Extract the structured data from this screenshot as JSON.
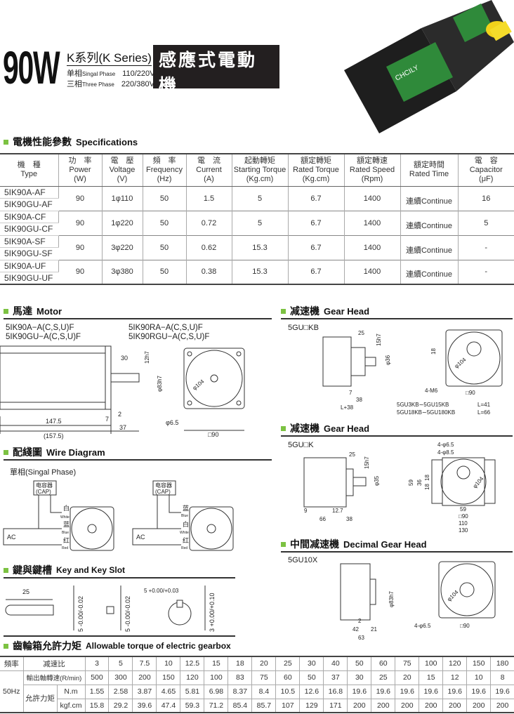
{
  "header": {
    "power": "90W",
    "series": "K系列(K Series)",
    "single_phase_zh": "单相",
    "single_phase_en": "Singal Phase",
    "single_phase_v": "110/220V",
    "three_phase_zh": "三相",
    "three_phase_en": "Three Phase",
    "three_phase_v": "220/380V",
    "title_zh": "感應式電動機",
    "title_en": "Induction Motor",
    "product_label": "CHCILY"
  },
  "specs": {
    "heading_zh": "電機性能參數",
    "heading_en": "Specifications",
    "columns": [
      [
        "機　種",
        "Type",
        ""
      ],
      [
        "功　率",
        "Power",
        "(W)"
      ],
      [
        "電　壓",
        "Voltage",
        "(V)"
      ],
      [
        "頻　率",
        "Frequency",
        "(Hz)"
      ],
      [
        "電　流",
        "Current",
        "(A)"
      ],
      [
        "起動轉矩",
        "Starting Torque",
        "(Kg.cm)"
      ],
      [
        "額定轉矩",
        "Rated Torque",
        "(Kg.cm)"
      ],
      [
        "額定轉速",
        "Rated Speed",
        "(Rpm)"
      ],
      [
        "額定時間",
        "Rated Time",
        ""
      ],
      [
        "電　容",
        "Capacitor",
        "(μF)"
      ]
    ],
    "rows": [
      {
        "types": [
          "5IK90A-AF",
          "5IK90GU-AF"
        ],
        "power": "90",
        "voltage": "1φ110",
        "freq": "50",
        "current": "1.5",
        "start": "5",
        "rated": "6.7",
        "speed": "1400",
        "time": "連續Continue",
        "cap": "16"
      },
      {
        "types": [
          "5IK90A-CF",
          "5IK90GU-CF"
        ],
        "power": "90",
        "voltage": "1φ220",
        "freq": "50",
        "current": "0.72",
        "start": "5",
        "rated": "6.7",
        "speed": "1400",
        "time": "連續Continue",
        "cap": "5"
      },
      {
        "types": [
          "5IK90A-SF",
          "5IK90GU-SF"
        ],
        "power": "90",
        "voltage": "3φ220",
        "freq": "50",
        "current": "0.62",
        "start": "15.3",
        "rated": "6.7",
        "speed": "1400",
        "time": "連續Continue",
        "cap": "-"
      },
      {
        "types": [
          "5IK90A-UF",
          "5IK90GU-UF"
        ],
        "power": "90",
        "voltage": "3φ380",
        "freq": "50",
        "current": "0.38",
        "start": "15.3",
        "rated": "6.7",
        "speed": "1400",
        "time": "連續Continue",
        "cap": "-"
      }
    ]
  },
  "motor": {
    "heading_zh": "馬達",
    "heading_en": "Motor",
    "model1": "5IK90A−A(C,S,U)F",
    "model2": "5IK90GU−A(C,S,U)F",
    "model3": "5IK90RA−A(C,S,U)F",
    "model4": "5IK90RGU−A(C,S,U)F",
    "dims": {
      "d30": "30",
      "d12": "12h7",
      "d83": "φ83h7",
      "d7": "7",
      "d2": "2",
      "d37": "37",
      "d147": "147.5",
      "d157": "(157.5)",
      "d104": "φ104",
      "d65": "φ6.5",
      "d90": "□90"
    }
  },
  "gearhead1": {
    "heading_zh": "减速機",
    "heading_en": "Gear Head",
    "model": "5GU□KB",
    "dims": {
      "d25": "25",
      "d15": "15h7",
      "d36": "φ36",
      "d7": "7",
      "d38": "38",
      "dL": "L+38",
      "d18": "18",
      "d104": "φ104",
      "m6": "4-M6",
      "d90": "□90"
    },
    "notes": [
      [
        "5GU3KB∼5GU15KB",
        "L=41"
      ],
      [
        "5GU18KB∼5GU180KB",
        "L=66"
      ]
    ]
  },
  "gearhead2": {
    "heading_zh": "减速機",
    "heading_en": "Gear Head",
    "model": "5GU□K",
    "dims": {
      "d25": "25",
      "d15": "15h7",
      "d35": "φ35",
      "d9": "9",
      "d127": "12.7",
      "d66": "66",
      "d38": "38",
      "h65": "4-φ6.5",
      "h85": "4-φ8.5",
      "d59": "59",
      "d36": "36",
      "d18a": "18",
      "d18b": "18",
      "d104": "φ104",
      "w59": "59",
      "w90": "□90",
      "w110": "110",
      "w130": "130"
    }
  },
  "decimal": {
    "heading_zh": "中間减速機",
    "heading_en": "Decimal Gear Head",
    "model": "5GU10X",
    "dims": {
      "d83": "φ83h7",
      "d2": "2",
      "d42": "42",
      "d21": "21",
      "d63": "63",
      "d104": "φ104",
      "h65": "4-φ6.5",
      "d90": "□90"
    }
  },
  "wire": {
    "heading_zh": "配綫圖",
    "heading_en": "Wire Diagram",
    "phase": "單相(Singal Phase)",
    "cap_zh": "电容器",
    "cap_en": "(CAP)",
    "ac": "AC",
    "white_zh": "白",
    "white_en": "White",
    "blue_zh": "蓝",
    "blue_en": "Blue",
    "red_zh": "红",
    "red_en": "Red"
  },
  "key": {
    "heading_zh": "鍵與鍵槽",
    "heading_en": "Key and Key Slot",
    "d25": "25",
    "t1": "5 -0.00/-0.02",
    "t2": "5 -0.00/-0.02",
    "t3": "5 +0.00/+0.03",
    "t4": "3 +0.00/+0.10"
  },
  "torque": {
    "heading_zh": "齒輪箱允許力矩",
    "heading_en": "Allowable torque of electric gearbox",
    "freq_label": "頻率",
    "freq": "50Hz",
    "ratio_label": "减速比",
    "speed_label": "輸出軸轉速(R/min)",
    "torque_label": "允許力矩",
    "nm": "N.m",
    "kgf": "kgf.cm",
    "ratios": [
      "3",
      "5",
      "7.5",
      "10",
      "12.5",
      "15",
      "18",
      "20",
      "25",
      "30",
      "40",
      "50",
      "60",
      "75",
      "100",
      "120",
      "150",
      "180"
    ],
    "speeds": [
      "500",
      "300",
      "200",
      "150",
      "120",
      "100",
      "83",
      "75",
      "60",
      "50",
      "37",
      "30",
      "25",
      "20",
      "15",
      "12",
      "10",
      "8"
    ],
    "nm_values": [
      "1.55",
      "2.58",
      "3.87",
      "4.65",
      "5.81",
      "6.98",
      "8.37",
      "8.4",
      "10.5",
      "12.6",
      "16.8",
      "19.6",
      "19.6",
      "19.6",
      "19.6",
      "19.6",
      "19.6",
      "19.6"
    ],
    "kgf_values": [
      "15.8",
      "29.2",
      "39.6",
      "47.4",
      "59.3",
      "71.2",
      "85.4",
      "85.7",
      "107",
      "129",
      "171",
      "200",
      "200",
      "200",
      "200",
      "200",
      "200",
      "200"
    ]
  },
  "colors": {
    "accent": "#7cc242",
    "dark": "#231f20"
  }
}
